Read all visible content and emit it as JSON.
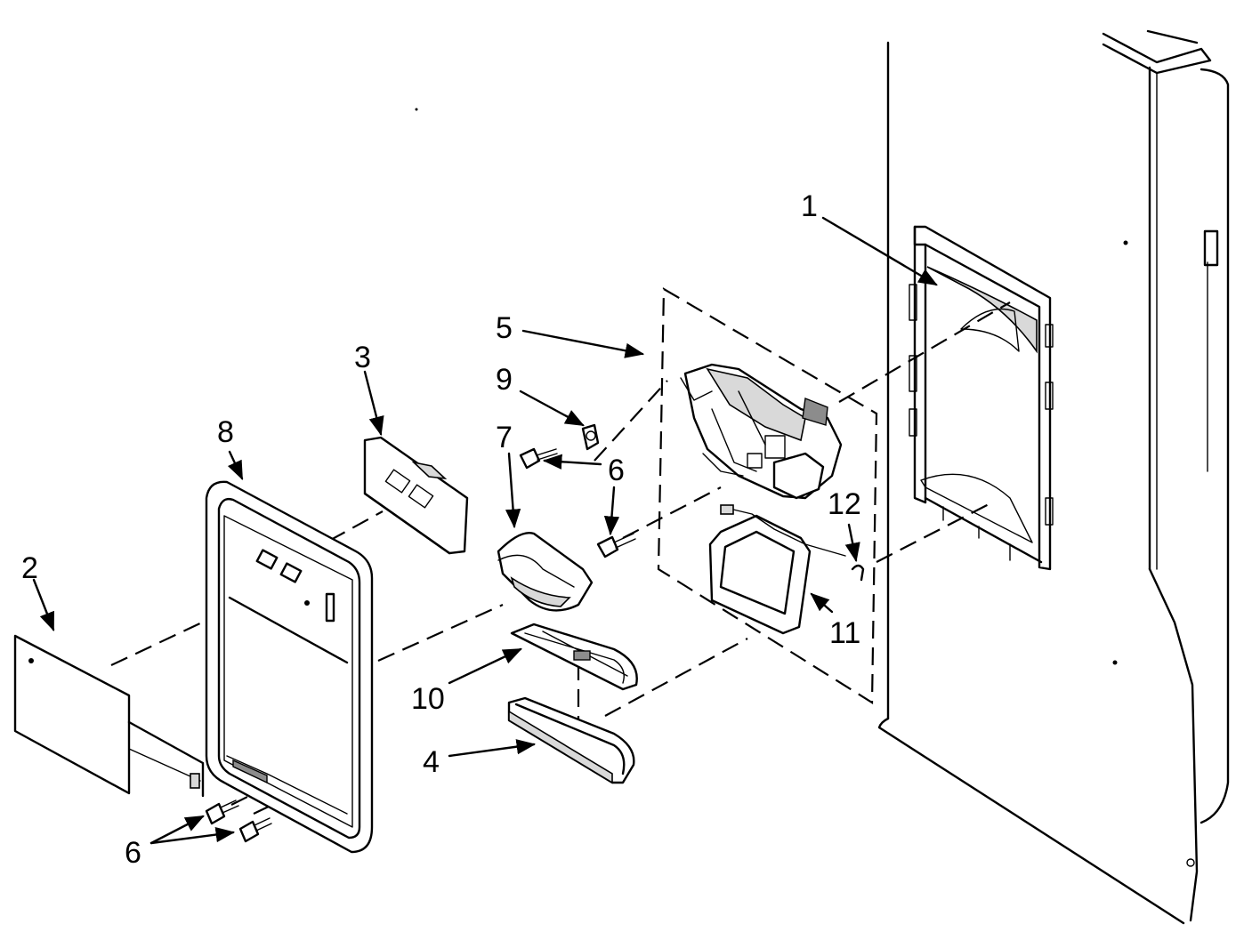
{
  "callouts": [
    {
      "id": "1",
      "label": "1"
    },
    {
      "id": "2",
      "label": "2"
    },
    {
      "id": "3",
      "label": "3"
    },
    {
      "id": "4",
      "label": "4"
    },
    {
      "id": "5",
      "label": "5"
    },
    {
      "id": "6a",
      "label": "6"
    },
    {
      "id": "6b",
      "label": "6"
    },
    {
      "id": "6c",
      "label": "6"
    },
    {
      "id": "7",
      "label": "7"
    },
    {
      "id": "8",
      "label": "8"
    },
    {
      "id": "9",
      "label": "9"
    },
    {
      "id": "10",
      "label": "10"
    },
    {
      "id": "11",
      "label": "11"
    },
    {
      "id": "12",
      "label": "12"
    }
  ]
}
